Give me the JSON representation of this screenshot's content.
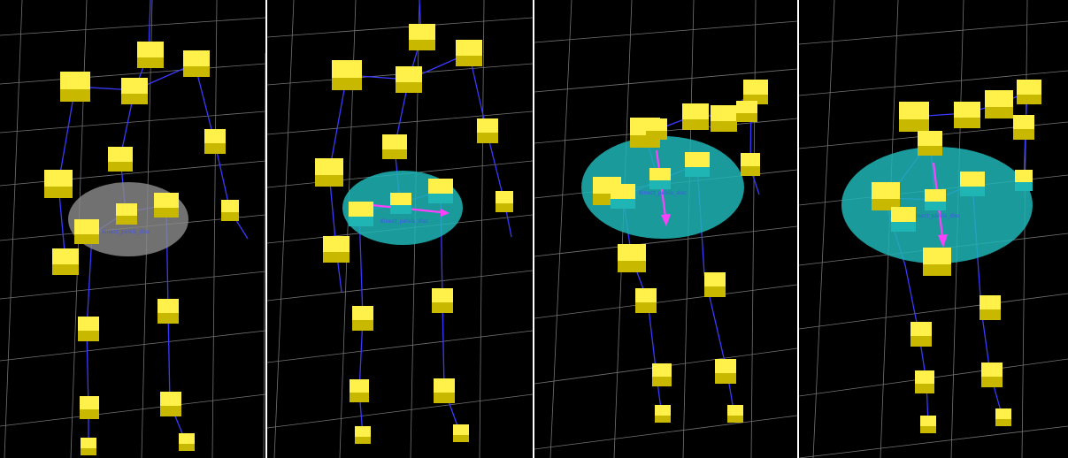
{
  "panels": [
    {
      "id": "frame-1",
      "disc_label": "Kinect_pelvis_disc",
      "disc_color": "#8a8a8a"
    },
    {
      "id": "frame-2",
      "disc_label": "Kinect_pelvis_disc",
      "disc_color": "#1fb5b5"
    },
    {
      "id": "frame-3",
      "disc_label": "Kinect_pelvis_disc",
      "disc_color": "#1fb5b5"
    },
    {
      "id": "frame-4",
      "disc_label": "Kinect_pelvis_disc",
      "disc_color": "#1fb5b5"
    }
  ],
  "colors": {
    "background": "#000000",
    "grid": "#9a9a9a",
    "bone": "#3a3aff",
    "joint_top": "#fff04a",
    "joint_side": "#c9b800",
    "arrow": "#ff40ff"
  }
}
